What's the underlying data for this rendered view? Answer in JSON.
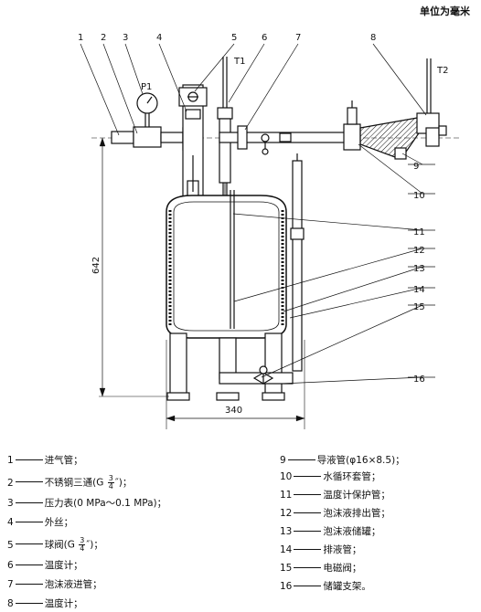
{
  "unit_note": "单位为毫米",
  "callout_numbers": [
    "1",
    "2",
    "3",
    "4",
    "5",
    "6",
    "7",
    "8",
    "9",
    "10",
    "11",
    "12",
    "13",
    "14",
    "15",
    "16"
  ],
  "instrument_labels": {
    "p1": "P1",
    "t1": "T1",
    "t2": "T2"
  },
  "dimensions": {
    "height": "642",
    "width": "340"
  },
  "legend": [
    {
      "num": "1",
      "text": "进气管；"
    },
    {
      "num": "2",
      "pre": "不锈钢三通(G ",
      "frac_n": "3",
      "frac_d": "4",
      "post": "″)；"
    },
    {
      "num": "3",
      "text": "压力表(0 MPa～0.1 MPa)；"
    },
    {
      "num": "4",
      "text": "外丝；"
    },
    {
      "num": "5",
      "pre": "球阀(G ",
      "frac_n": "3",
      "frac_d": "4",
      "post": "″)；"
    },
    {
      "num": "6",
      "text": "温度计；"
    },
    {
      "num": "7",
      "text": "泡沫液进管；"
    },
    {
      "num": "8",
      "text": "温度计；"
    },
    {
      "num": "9",
      "text": "导液管(φ16×8.5)；"
    },
    {
      "num": "10",
      "text": "水循环套管；"
    },
    {
      "num": "11",
      "text": "温度计保护管；"
    },
    {
      "num": "12",
      "text": "泡沫液排出管；"
    },
    {
      "num": "13",
      "text": "泡沫液储罐；"
    },
    {
      "num": "14",
      "text": "排液管；"
    },
    {
      "num": "15",
      "text": "电磁阀；"
    },
    {
      "num": "16",
      "text": "储罐支架。"
    }
  ]
}
